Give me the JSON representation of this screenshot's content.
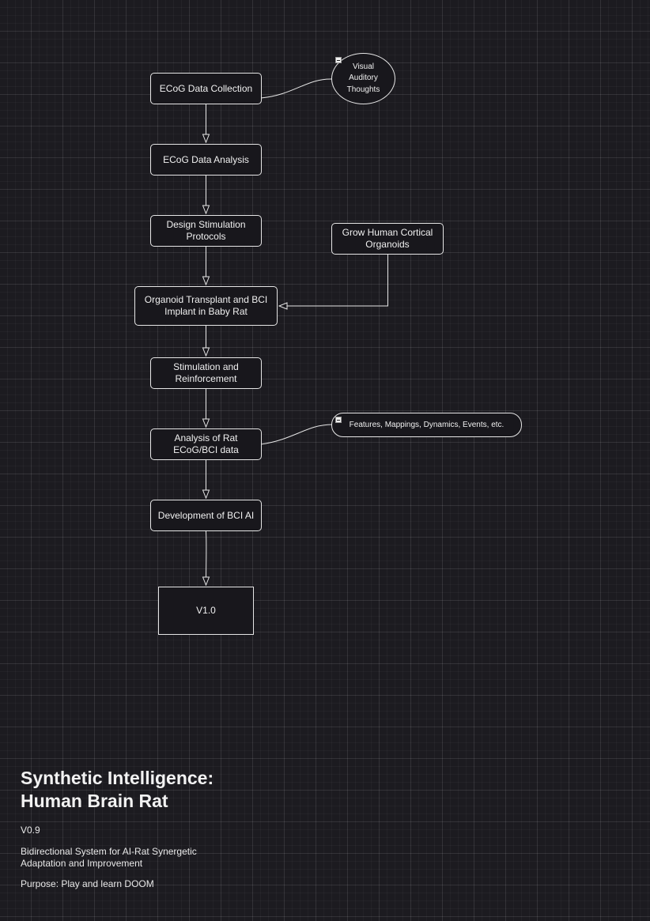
{
  "diagram": {
    "nodes": {
      "ecog_collection": "ECoG Data Collection",
      "modalities": "Visual\nAuditory\nThoughts",
      "ecog_analysis": "ECoG Data Analysis",
      "design_stimulation": "Design Stimulation\nProtocols",
      "grow_organoids": "Grow Human Cortical\nOrganoids",
      "transplant": "Organoid Transplant and BCI\nImplant in Baby Rat",
      "stimulation_reinforcement": "Stimulation and\nReinforcement",
      "analysis_rat": "Analysis of Rat\nECoG/BCI data",
      "features": "Features, Mappings, Dynamics, Events, etc.",
      "development_ai": "Development of BCI AI",
      "version_box": "V1.0"
    }
  },
  "info": {
    "title": "Synthetic Intelligence:\nHuman Brain Rat",
    "version": "V0.9",
    "description": "Bidirectional System for AI-Rat Synergetic\nAdaptation and Improvement",
    "purpose": "Purpose: Play and learn DOOM"
  },
  "colors": {
    "background": "#1c1b20",
    "node_fill": "#18171c",
    "stroke": "#e6e6e6",
    "text": "#f0f0f0"
  }
}
